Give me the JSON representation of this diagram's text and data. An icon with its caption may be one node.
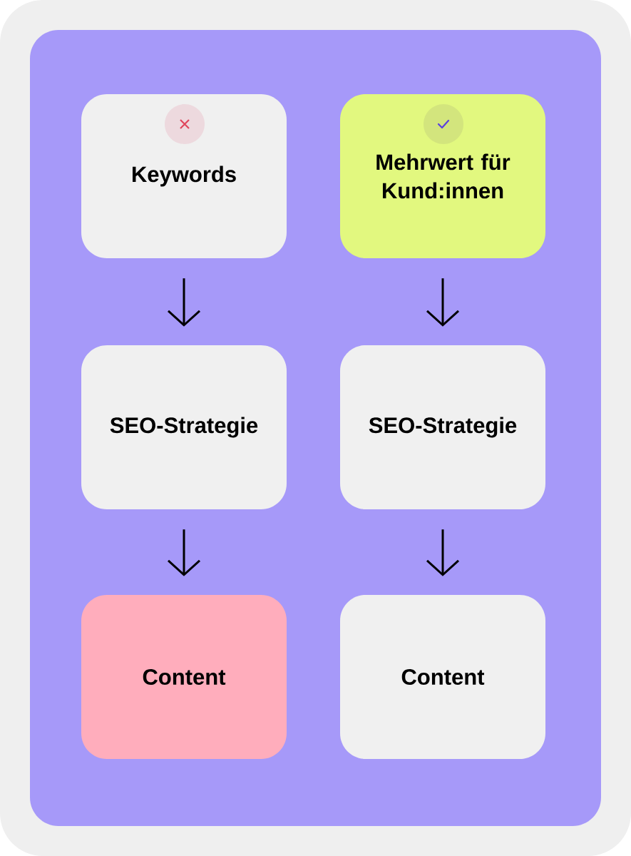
{
  "diagram": {
    "nodes": [
      {
        "text": [
          "Keywords"
        ]
      },
      {
        "text": [
          "Mehrwert für Kund:innen"
        ]
      },
      {
        "text": [
          "SEO-Strategie"
        ]
      },
      {
        "text": [
          "SEO-Strategie"
        ]
      },
      {
        "text": [
          "Content"
        ]
      },
      {
        "text": [
          "Content"
        ]
      }
    ],
    "edges": [
      {
        "from": 0,
        "to": 2,
        "arrow": "to"
      },
      {
        "from": 1,
        "to": 3,
        "arrow": "to"
      },
      {
        "from": 2,
        "to": 4,
        "arrow": "to"
      },
      {
        "from": 3,
        "to": 5,
        "arrow": "to"
      }
    ]
  }
}
